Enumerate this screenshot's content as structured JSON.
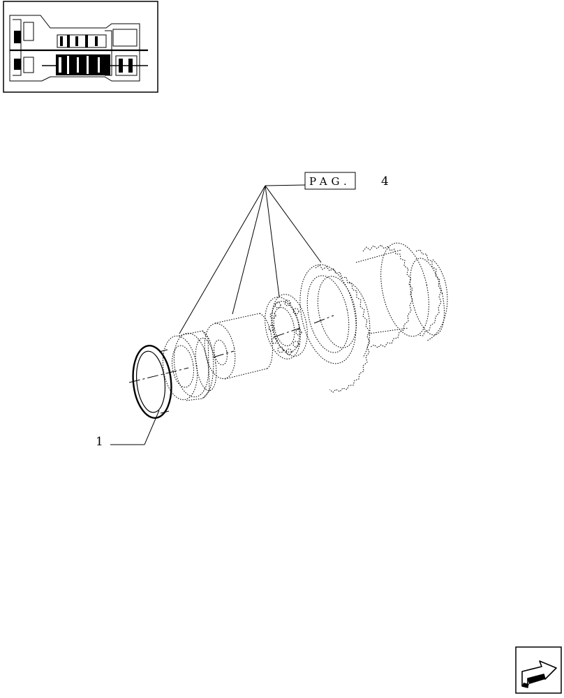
{
  "page_reference": {
    "label": "PAG.",
    "number": "4"
  },
  "callouts": [
    {
      "number": "1"
    }
  ],
  "icons": {
    "thumbnail": "transmission-cutaway-thumbnail-icon",
    "next_page": "next-page-arrow-icon"
  }
}
